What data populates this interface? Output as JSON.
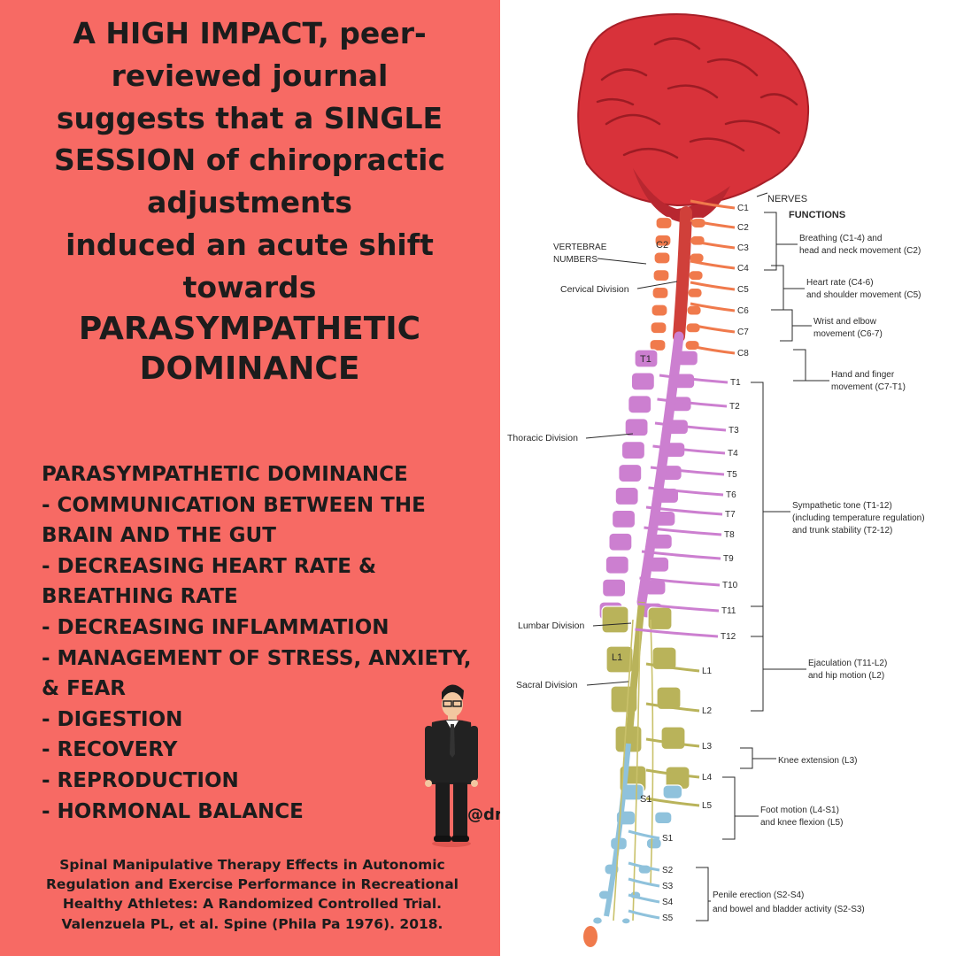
{
  "headline": {
    "lines": [
      "A HIGH IMPACT, peer-",
      "reviewed journal",
      "suggests that a SINGLE",
      "SESSION of chiropractic",
      "adjustments",
      "induced an acute shift",
      "towards",
      "PARASYMPATHETIC",
      "DOMINANCE"
    ]
  },
  "benefits": {
    "lines": [
      "PARASYMPATHETIC DOMINANCE",
      "- COMMUNICATION BETWEEN THE",
      "BRAIN AND THE GUT",
      "- DECREASING HEART RATE &",
      "BREATHING RATE",
      "- DECREASING INFLAMMATION",
      "- MANAGEMENT OF STRESS, ANXIETY,",
      "& FEAR",
      "- DIGESTION",
      "- RECOVERY",
      "- REPRODUCTION",
      "- HORMONAL BALANCE"
    ]
  },
  "handle": "@drquon",
  "citation": {
    "lines": [
      "Spinal Manipulative Therapy Effects in Autonomic",
      "Regulation and Exercise Performance in Recreational",
      "Healthy Athletes: A Randomized Controlled Trial.",
      "Valenzuela PL, et al. Spine (Phila Pa 1976). 2018."
    ]
  },
  "diagram": {
    "headers": {
      "nerves": "NERVES",
      "functions": "FUNCTIONS",
      "vertebrae_line1": "VERTEBRAE",
      "vertebrae_line2": "NUMBERS"
    },
    "divisions": [
      "Cervical Division",
      "Thoracic Division",
      "Lumbar Division",
      "Sacral Division"
    ],
    "vertebra_labels": {
      "c2": "C2",
      "t1": "T1",
      "l1": "L1",
      "s1": "S1"
    },
    "nerve_labels": [
      "C1",
      "C2",
      "C3",
      "C4",
      "C5",
      "C6",
      "C7",
      "C8",
      "T1",
      "T2",
      "T3",
      "T4",
      "T5",
      "T6",
      "T7",
      "T8",
      "T9",
      "T10",
      "T11",
      "T12",
      "L1",
      "L2",
      "L3",
      "L4",
      "L5",
      "S1",
      "S2",
      "S3",
      "S4",
      "S5"
    ],
    "functions": [
      {
        "lines": [
          "Breathing (C1-4) and",
          "head and neck movement (C2)"
        ]
      },
      {
        "lines": [
          "Heart rate (C4-6)",
          "and shoulder movement (C5)"
        ]
      },
      {
        "lines": [
          "Wrist and elbow",
          "movement (C6-7)"
        ]
      },
      {
        "lines": [
          "Hand and finger",
          "movement (C7-T1)"
        ]
      },
      {
        "lines": [
          "Sympathetic tone (T1-12)",
          "(including temperature regulation)",
          "and trunk stability (T2-12)"
        ]
      },
      {
        "lines": [
          "Ejaculation (T11-L2)",
          "and hip motion (L2)"
        ]
      },
      {
        "lines": [
          "Knee extension (L3)"
        ]
      },
      {
        "lines": [
          "Foot motion (L4-S1)",
          "and knee flexion (L5)"
        ]
      },
      {
        "lines": [
          "Penile erection (S2-S4)",
          "and bowel and bladder activity (S2-S3)"
        ]
      }
    ],
    "colors": {
      "brain": "#d8323a",
      "cervical": "#f07a4c",
      "thoracic": "#cc7fd0",
      "lumbar": "#b9b35a",
      "sacral": "#8fc2dc",
      "cord": "#d0403a"
    }
  }
}
